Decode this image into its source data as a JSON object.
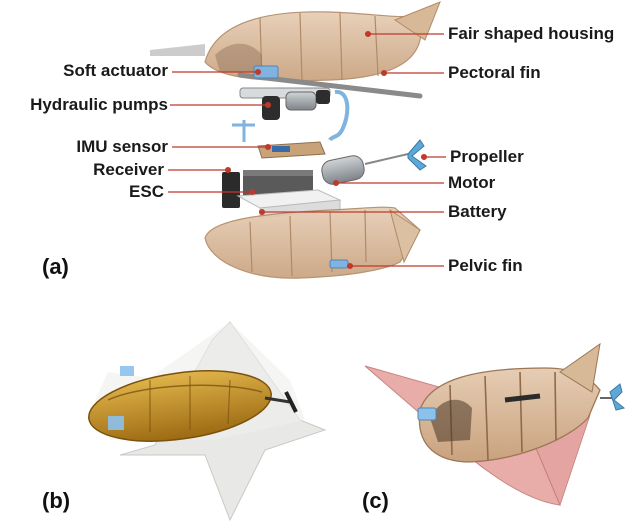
{
  "labels": {
    "fair_shaped_housing": "Fair shaped housing",
    "pectoral_fin": "Pectoral fin",
    "soft_actuator": "Soft actuator",
    "hydraulic_pumps": "Hydraulic pumps",
    "imu_sensor": "IMU sensor",
    "receiver": "Receiver",
    "esc": "ESC",
    "propeller": "Propeller",
    "motor": "Motor",
    "battery": "Battery",
    "pelvic_fin": "Pelvic fin"
  },
  "panels": {
    "a": "(a)",
    "b": "(b)",
    "c": "(c)"
  },
  "colors": {
    "leader_line": "#c0392b",
    "housing_wood": "#d9b99a",
    "housing_edge": "#b08a68",
    "fin_grey": "#d6d6d6",
    "fin_pink": "#e7a9a5",
    "amber_hull": "#c8961f"
  }
}
